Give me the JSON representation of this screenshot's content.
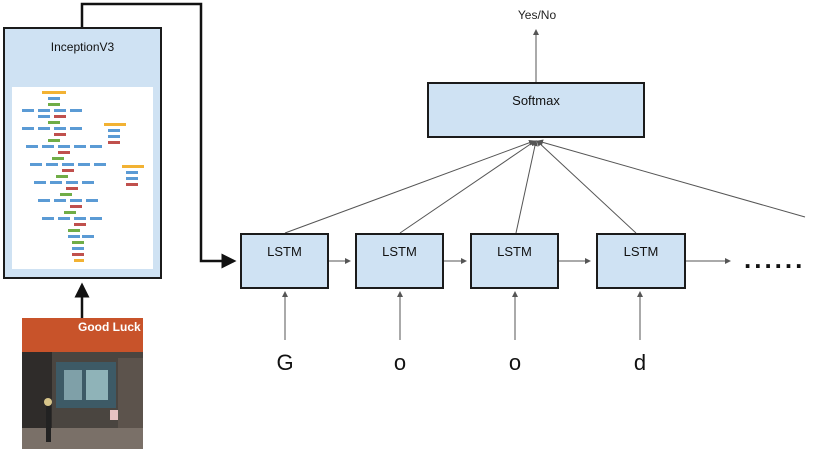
{
  "inception": {
    "title": "InceptionV3"
  },
  "softmax": {
    "label": "Softmax"
  },
  "output": {
    "label": "Yes/No"
  },
  "lstm_label": "LSTM",
  "inputs": [
    "G",
    "o",
    "o",
    "d"
  ],
  "continuation": "......",
  "photo": {
    "sign_text": "Good Luck"
  },
  "colors": {
    "box_fill": "#cfe2f3",
    "box_border": "#1b1b1b",
    "line": "#555555"
  }
}
